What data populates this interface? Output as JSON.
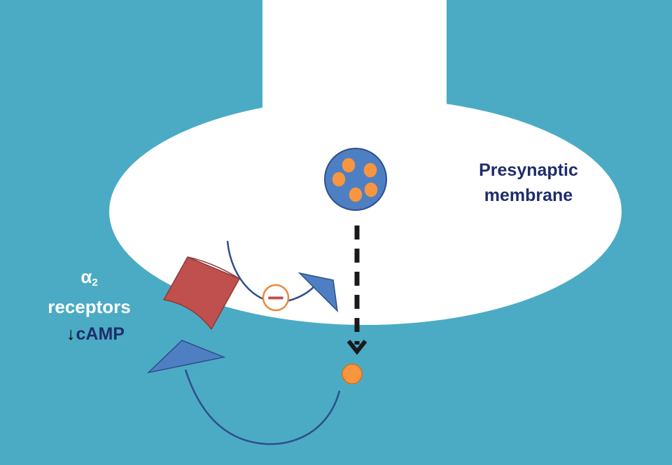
{
  "labels": {
    "membrane_line1": "Presynaptic",
    "membrane_line2": "membrane",
    "receptor_symbol": "α",
    "receptor_subscript": "2",
    "receptor_word": "receptors",
    "camp_arrow": "↓",
    "camp_text": "cAMP",
    "inhibition_sign": "−"
  },
  "colors": {
    "background": "#4babc4",
    "neuron": "#ffffff",
    "vesicle_fill": "#4f7fc3",
    "vesicle_stroke": "#2e4f8a",
    "neurotransmitter": "#f7963f",
    "receptor": "#c0504d",
    "arrow": "#4f7fc3",
    "curve": "#2e4f8a",
    "dashed_arrow": "#1a1a1a",
    "text_dark": "#1f2d6b",
    "text_light": "#ffffff"
  }
}
